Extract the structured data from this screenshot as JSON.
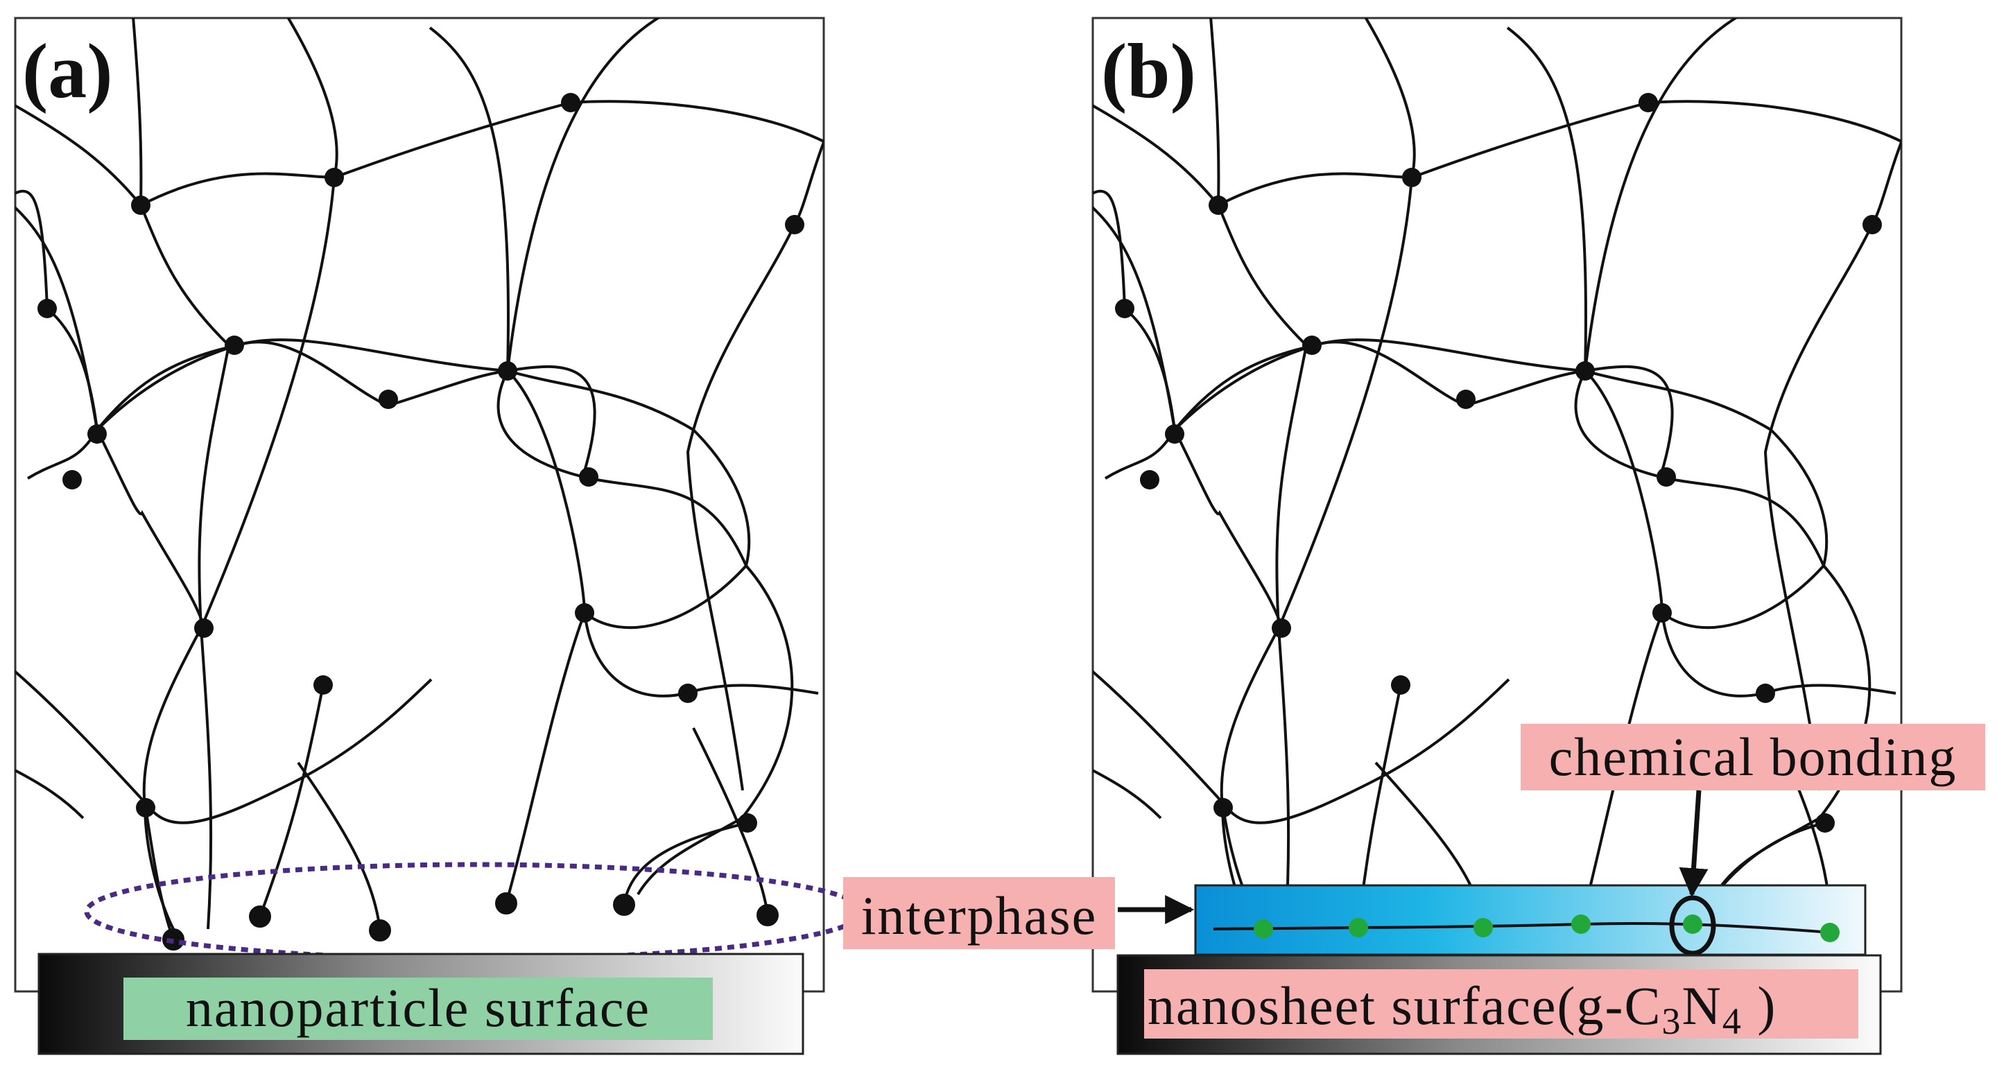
{
  "panels": {
    "a": {
      "letter": "(a)",
      "surface_label": "nanoparticle surface",
      "label_bg": "#8fd1a4"
    },
    "b": {
      "letter": "(b)",
      "surface_label": "nanosheet surface(g-C",
      "surface_sub1": "3",
      "surface_mid": "N",
      "surface_sub2": "4",
      "surface_end": " )",
      "interphase_label": "interphase",
      "bonding_label": "chemical bonding",
      "label_bg": "#f6b0b0",
      "interphase_colors": [
        "#0a8fd6",
        "#26b8e6",
        "#eaf6fb"
      ]
    }
  },
  "colors": {
    "node": "#111111",
    "bond_node": "#22a83a",
    "ellipse": "#4b2a84"
  }
}
